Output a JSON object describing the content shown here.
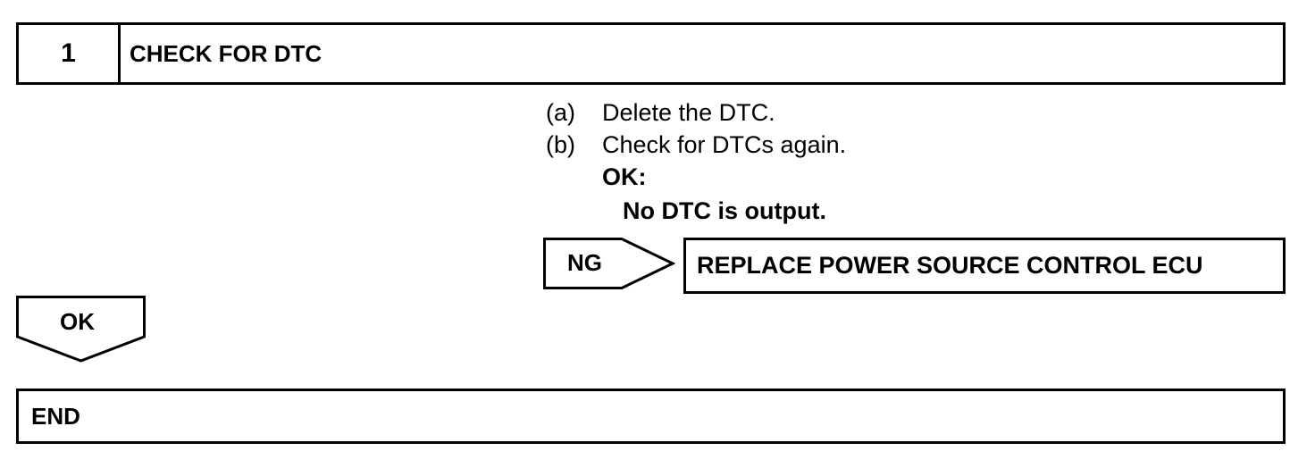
{
  "step": {
    "number": "1",
    "title": "CHECK FOR DTC"
  },
  "instructions": [
    {
      "letter": "(a)",
      "text": "Delete the DTC."
    },
    {
      "letter": "(b)",
      "text": "Check for DTCs again."
    }
  ],
  "result": {
    "label": "OK:",
    "text": "No DTC is output."
  },
  "ng_branch": {
    "label": "NG",
    "action": "REPLACE POWER SOURCE CONTROL ECU"
  },
  "ok_branch": {
    "label": "OK"
  },
  "end": {
    "label": "END"
  }
}
